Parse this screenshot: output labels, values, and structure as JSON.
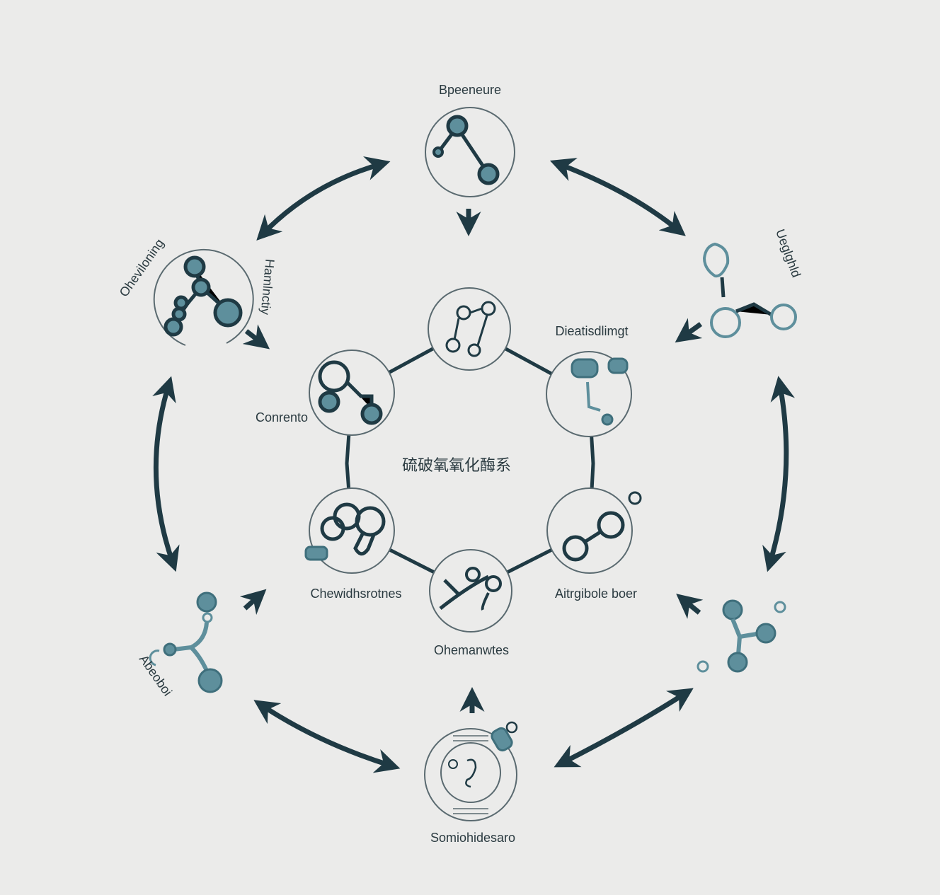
{
  "diagram": {
    "center_title": "硫破氧氧化酶系",
    "outer_labels": {
      "top": "Bpeeneure",
      "upper_left": "Oheviloning",
      "upper_left_side": "Hamlnctiy",
      "upper_right": "Ueglghld",
      "lower_left": "Abeoboi",
      "bottom": "Somiohidesaro"
    },
    "inner_labels": {
      "upper_left": "Conrento",
      "upper_right": "Dieatisdlimgt",
      "lower_left": "Chewidhsrotnes",
      "lower_right": "Aitrgibole boer",
      "bottom": "Ohemanwtes"
    },
    "colors": {
      "dark": "#1f3a44",
      "teal": "#5e8f9c",
      "background": "#ebebea"
    }
  }
}
